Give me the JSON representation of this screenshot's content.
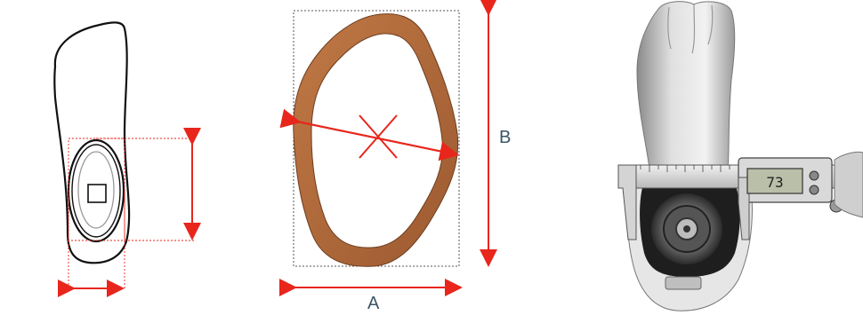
{
  "labels": {
    "width_dimension": "A",
    "height_dimension": "B"
  },
  "caliper": {
    "display_reading": "73"
  },
  "colors": {
    "arrow_red": "#e8261c",
    "ring_brown": "#b3693a",
    "label_blue": "#3a5566",
    "outline_black": "#111111"
  }
}
